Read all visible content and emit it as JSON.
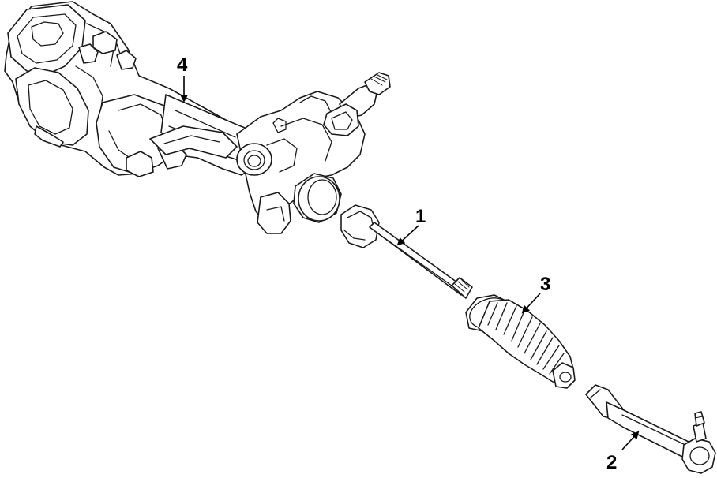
{
  "callouts": [
    {
      "id": "1",
      "label": "1"
    },
    {
      "id": "2",
      "label": "2"
    },
    {
      "id": "3",
      "label": "3"
    },
    {
      "id": "4",
      "label": "4"
    }
  ],
  "colors": {
    "line": "#1a1a1a",
    "background": "#ffffff"
  }
}
